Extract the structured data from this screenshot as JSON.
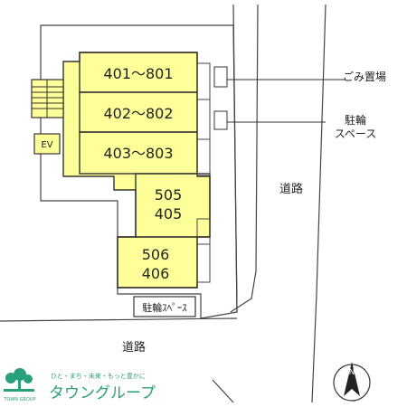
{
  "units": {
    "u401": "401〜801",
    "u402": "402〜802",
    "u403": "403〜803",
    "u505": "505",
    "u405": "405",
    "u506": "506",
    "u406": "406"
  },
  "labels": {
    "ev": "EV",
    "garbage": "ごみ置場",
    "bike_line1": "駐輪",
    "bike_line2": "スペース",
    "road_right": "道路",
    "road_bottom": "道路",
    "bike_bottom": "駐輪ｽﾍﾟｰｽ"
  },
  "logo": {
    "tagline": "ひと・まち・未来・もっと豊かに",
    "name": "タウングループ",
    "subname": "TOWN GROUP"
  },
  "colors": {
    "building": "#ffff99",
    "line": "#333333",
    "logo_green": "#2aa07a"
  },
  "compass": {
    "letter": "N"
  }
}
